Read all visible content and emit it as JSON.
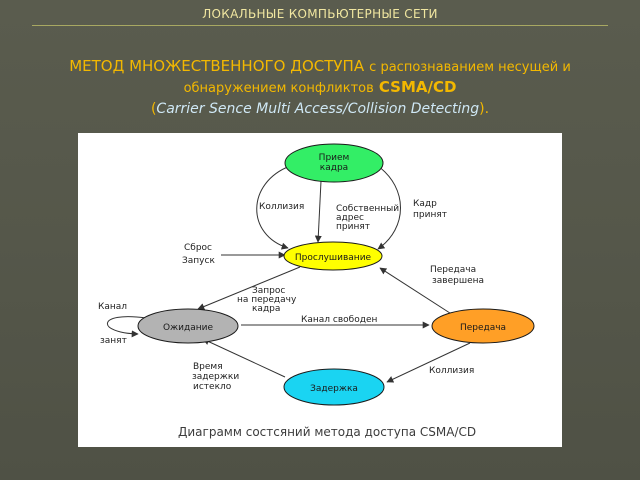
{
  "header": {
    "title": "ЛОКАЛЬНЫЕ КОМПЬЮТЕРНЫЕ СЕТИ"
  },
  "heading": {
    "part1": "МЕТОД МНОЖЕСТВЕННОГО ДОСТУПА",
    "part2": "с распознаванием несущей и",
    "part3": "обнаружением конфликтов",
    "part4": "CSMA/CD"
  },
  "subheading": {
    "open": "(",
    "text": "Carrier Sence Multi Access/Collision Detecting",
    "close": ")."
  },
  "diagram": {
    "nodes": {
      "receive": {
        "line1": "Прием",
        "line2": "кадра",
        "color": "#33ee66"
      },
      "listen": {
        "label": "Прослушивание",
        "color": "#ffff00"
      },
      "wait": {
        "label": "Ожидание",
        "color": "#b3b3b3"
      },
      "transmit": {
        "label": "Передача",
        "color": "#ff9f26"
      },
      "delay": {
        "label": "Задержка",
        "color": "#1ad4f2"
      }
    },
    "labels": {
      "collision_top": "Коллизия",
      "own_addr_1": "Собственный",
      "own_addr_2": "адрес",
      "own_addr_3": "принят",
      "frame_recv_1": "Кадр",
      "frame_recv_2": "принят",
      "reset": "Сброс",
      "start": "Запуск",
      "tx_done_1": "Передача",
      "tx_done_2": "завершена",
      "req_1": "Запрос",
      "req_2": "на передачу",
      "req_3": "кадра",
      "channel_busy_1": "Канал",
      "channel_busy_2": "занят",
      "channel_free": "Канал свободен",
      "timeout_1": "Время",
      "timeout_2": "задержки",
      "timeout_3": "истекло",
      "collision_bottom": "Коллизия"
    },
    "caption": "Диаграмм состсяний метода доступа CSMA/CD"
  }
}
